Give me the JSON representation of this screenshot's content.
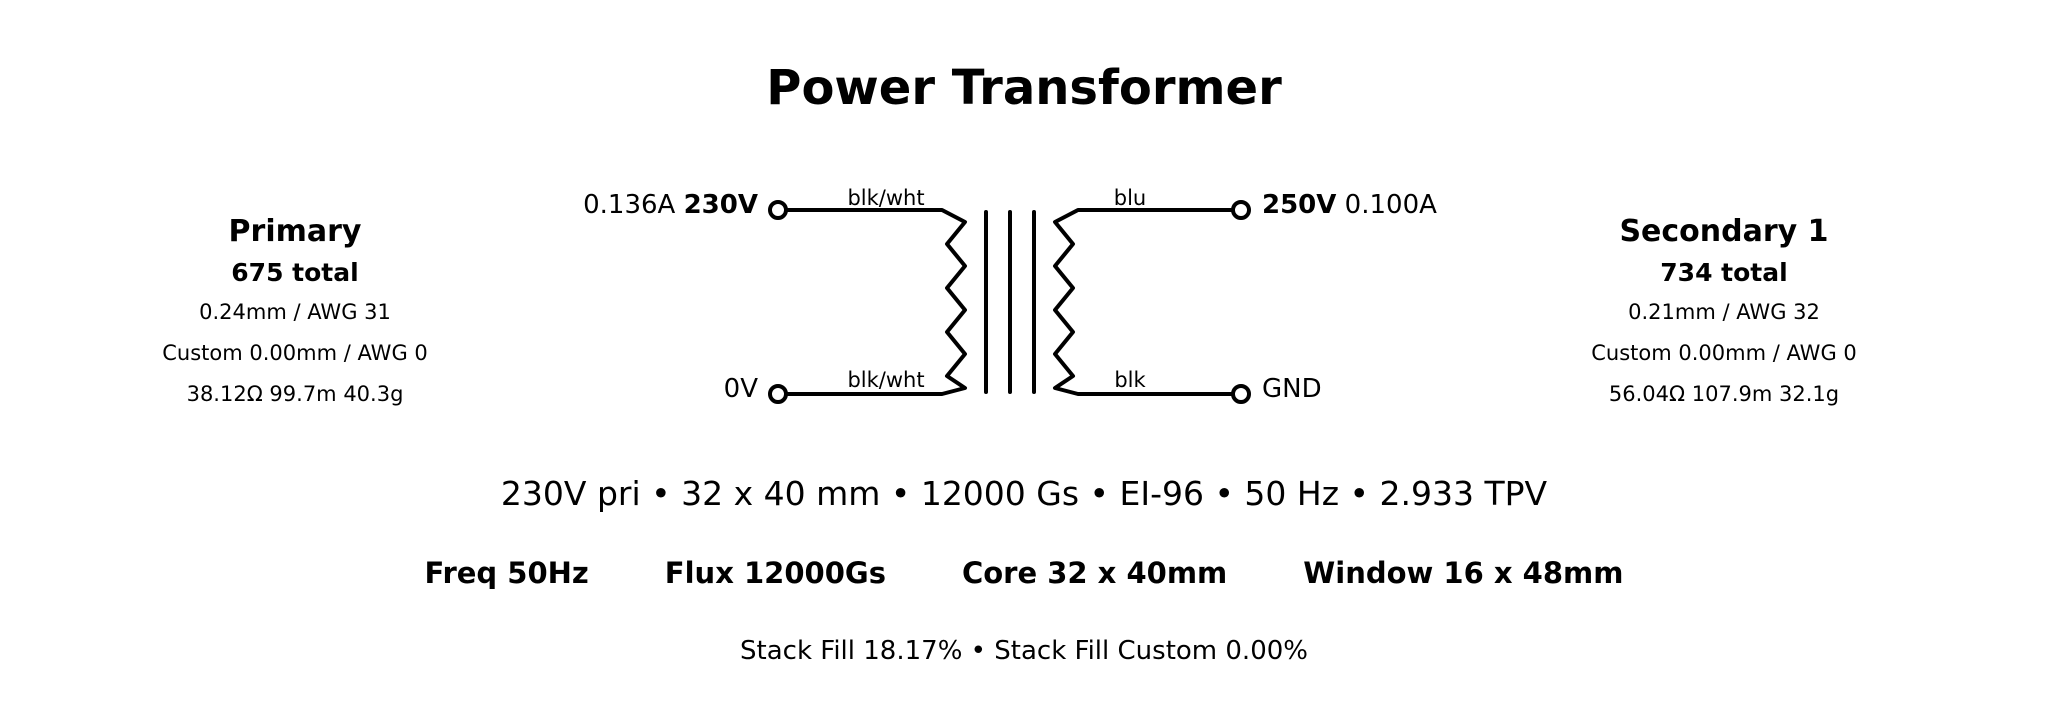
{
  "title": "Power Transformer",
  "primary": {
    "heading": "Primary",
    "turns": "675 total",
    "wire": "0.24mm / AWG 31",
    "wire_custom": "Custom 0.00mm / AWG 0",
    "stats": "38.12Ω 99.7m 40.3g",
    "top_current": "0.136A",
    "top_voltage": "230V",
    "bottom_label": "0V",
    "top_wire": "blk/wht",
    "bottom_wire": "blk/wht"
  },
  "secondary": {
    "heading": "Secondary 1",
    "turns": "734 total",
    "wire": "0.21mm / AWG 32",
    "wire_custom": "Custom 0.00mm / AWG 0",
    "stats": "56.04Ω 107.9m 32.1g",
    "top_voltage": "250V",
    "top_current": "0.100A",
    "bottom_label": "GND",
    "top_wire": "blu",
    "bottom_wire": "blk"
  },
  "summary": "230V pri • 32 x 40 mm • 12000 Gs • EI-96 • 50 Hz • 2.933 TPV",
  "params": {
    "freq": "Freq 50Hz",
    "flux": "Flux 12000Gs",
    "core": "Core 32 x 40mm",
    "window": "Window 16 x 48mm"
  },
  "stack_fill": "Stack Fill 18.17% • Stack Fill Custom 0.00%"
}
